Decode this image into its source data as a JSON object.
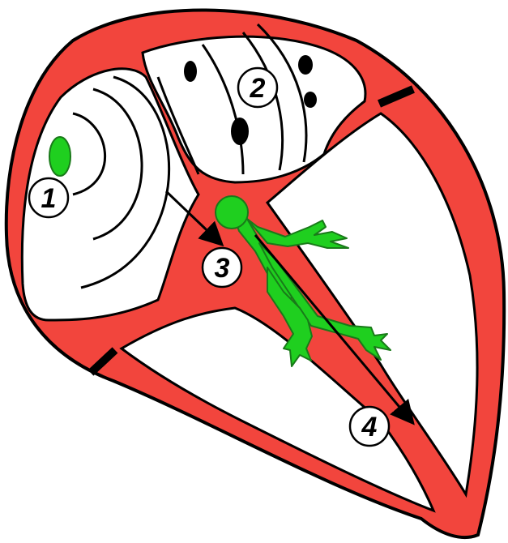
{
  "diagram": {
    "colors": {
      "muscle": "#f2453d",
      "conduction": "#1fcf1f",
      "conduction_dark": "#197a19",
      "outline": "#000000",
      "label_fill": "#ffffff"
    },
    "labels": [
      {
        "id": "1",
        "text": "1"
      },
      {
        "id": "2",
        "text": "2"
      },
      {
        "id": "3",
        "text": "3"
      },
      {
        "id": "4",
        "text": "4"
      }
    ]
  }
}
